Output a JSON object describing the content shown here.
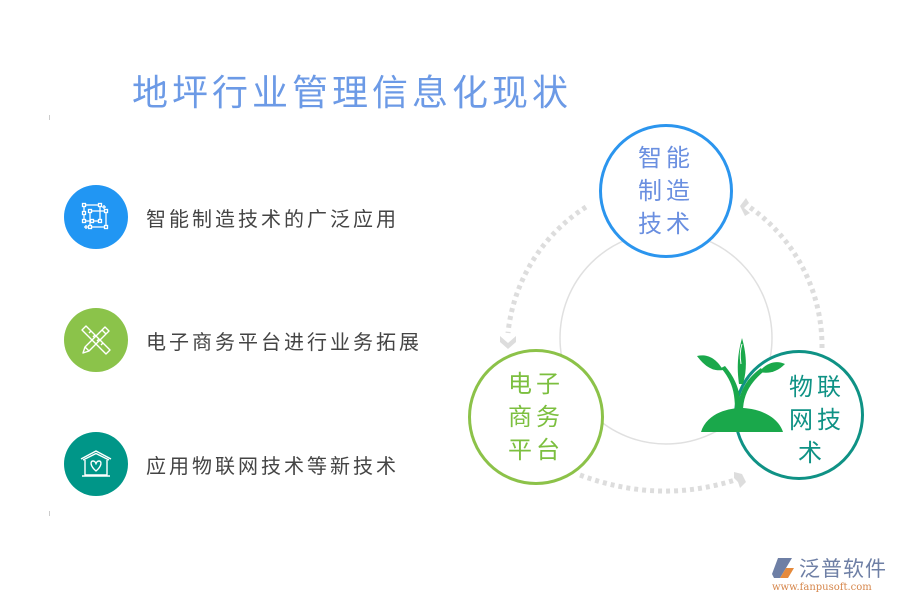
{
  "title": "地坪行业管理信息化现状",
  "colors": {
    "title": "#6c9ae6",
    "blue": "#2b95ee",
    "green": "#8cc249",
    "teal": "#0f9285",
    "sprout": "#1aa84b",
    "arrow": "#dddddd",
    "inner_ring": "#e0e0e0",
    "text": "#444444"
  },
  "list": {
    "items": [
      {
        "label": "智能制造技术的广泛应用",
        "icon": "blueprint-squares-icon",
        "color": "#2196f3"
      },
      {
        "label": "电子商务平台进行业务拓展",
        "icon": "ruler-pencil-icon",
        "color": "#8bc34a"
      },
      {
        "label": "应用物联网技术等新技术",
        "icon": "house-heart-icon",
        "color": "#009688"
      }
    ]
  },
  "cycle": {
    "nodes": [
      {
        "lines": [
          "智能",
          "制造",
          "技术"
        ]
      },
      {
        "lines": [
          "电子",
          "商务",
          "平台"
        ]
      },
      {
        "lines": [
          "物联",
          "网技",
          "术"
        ]
      }
    ],
    "decoration": "sprout-icon"
  },
  "logo": {
    "name": "泛普软件",
    "url": "www.fanpusoft.com"
  }
}
